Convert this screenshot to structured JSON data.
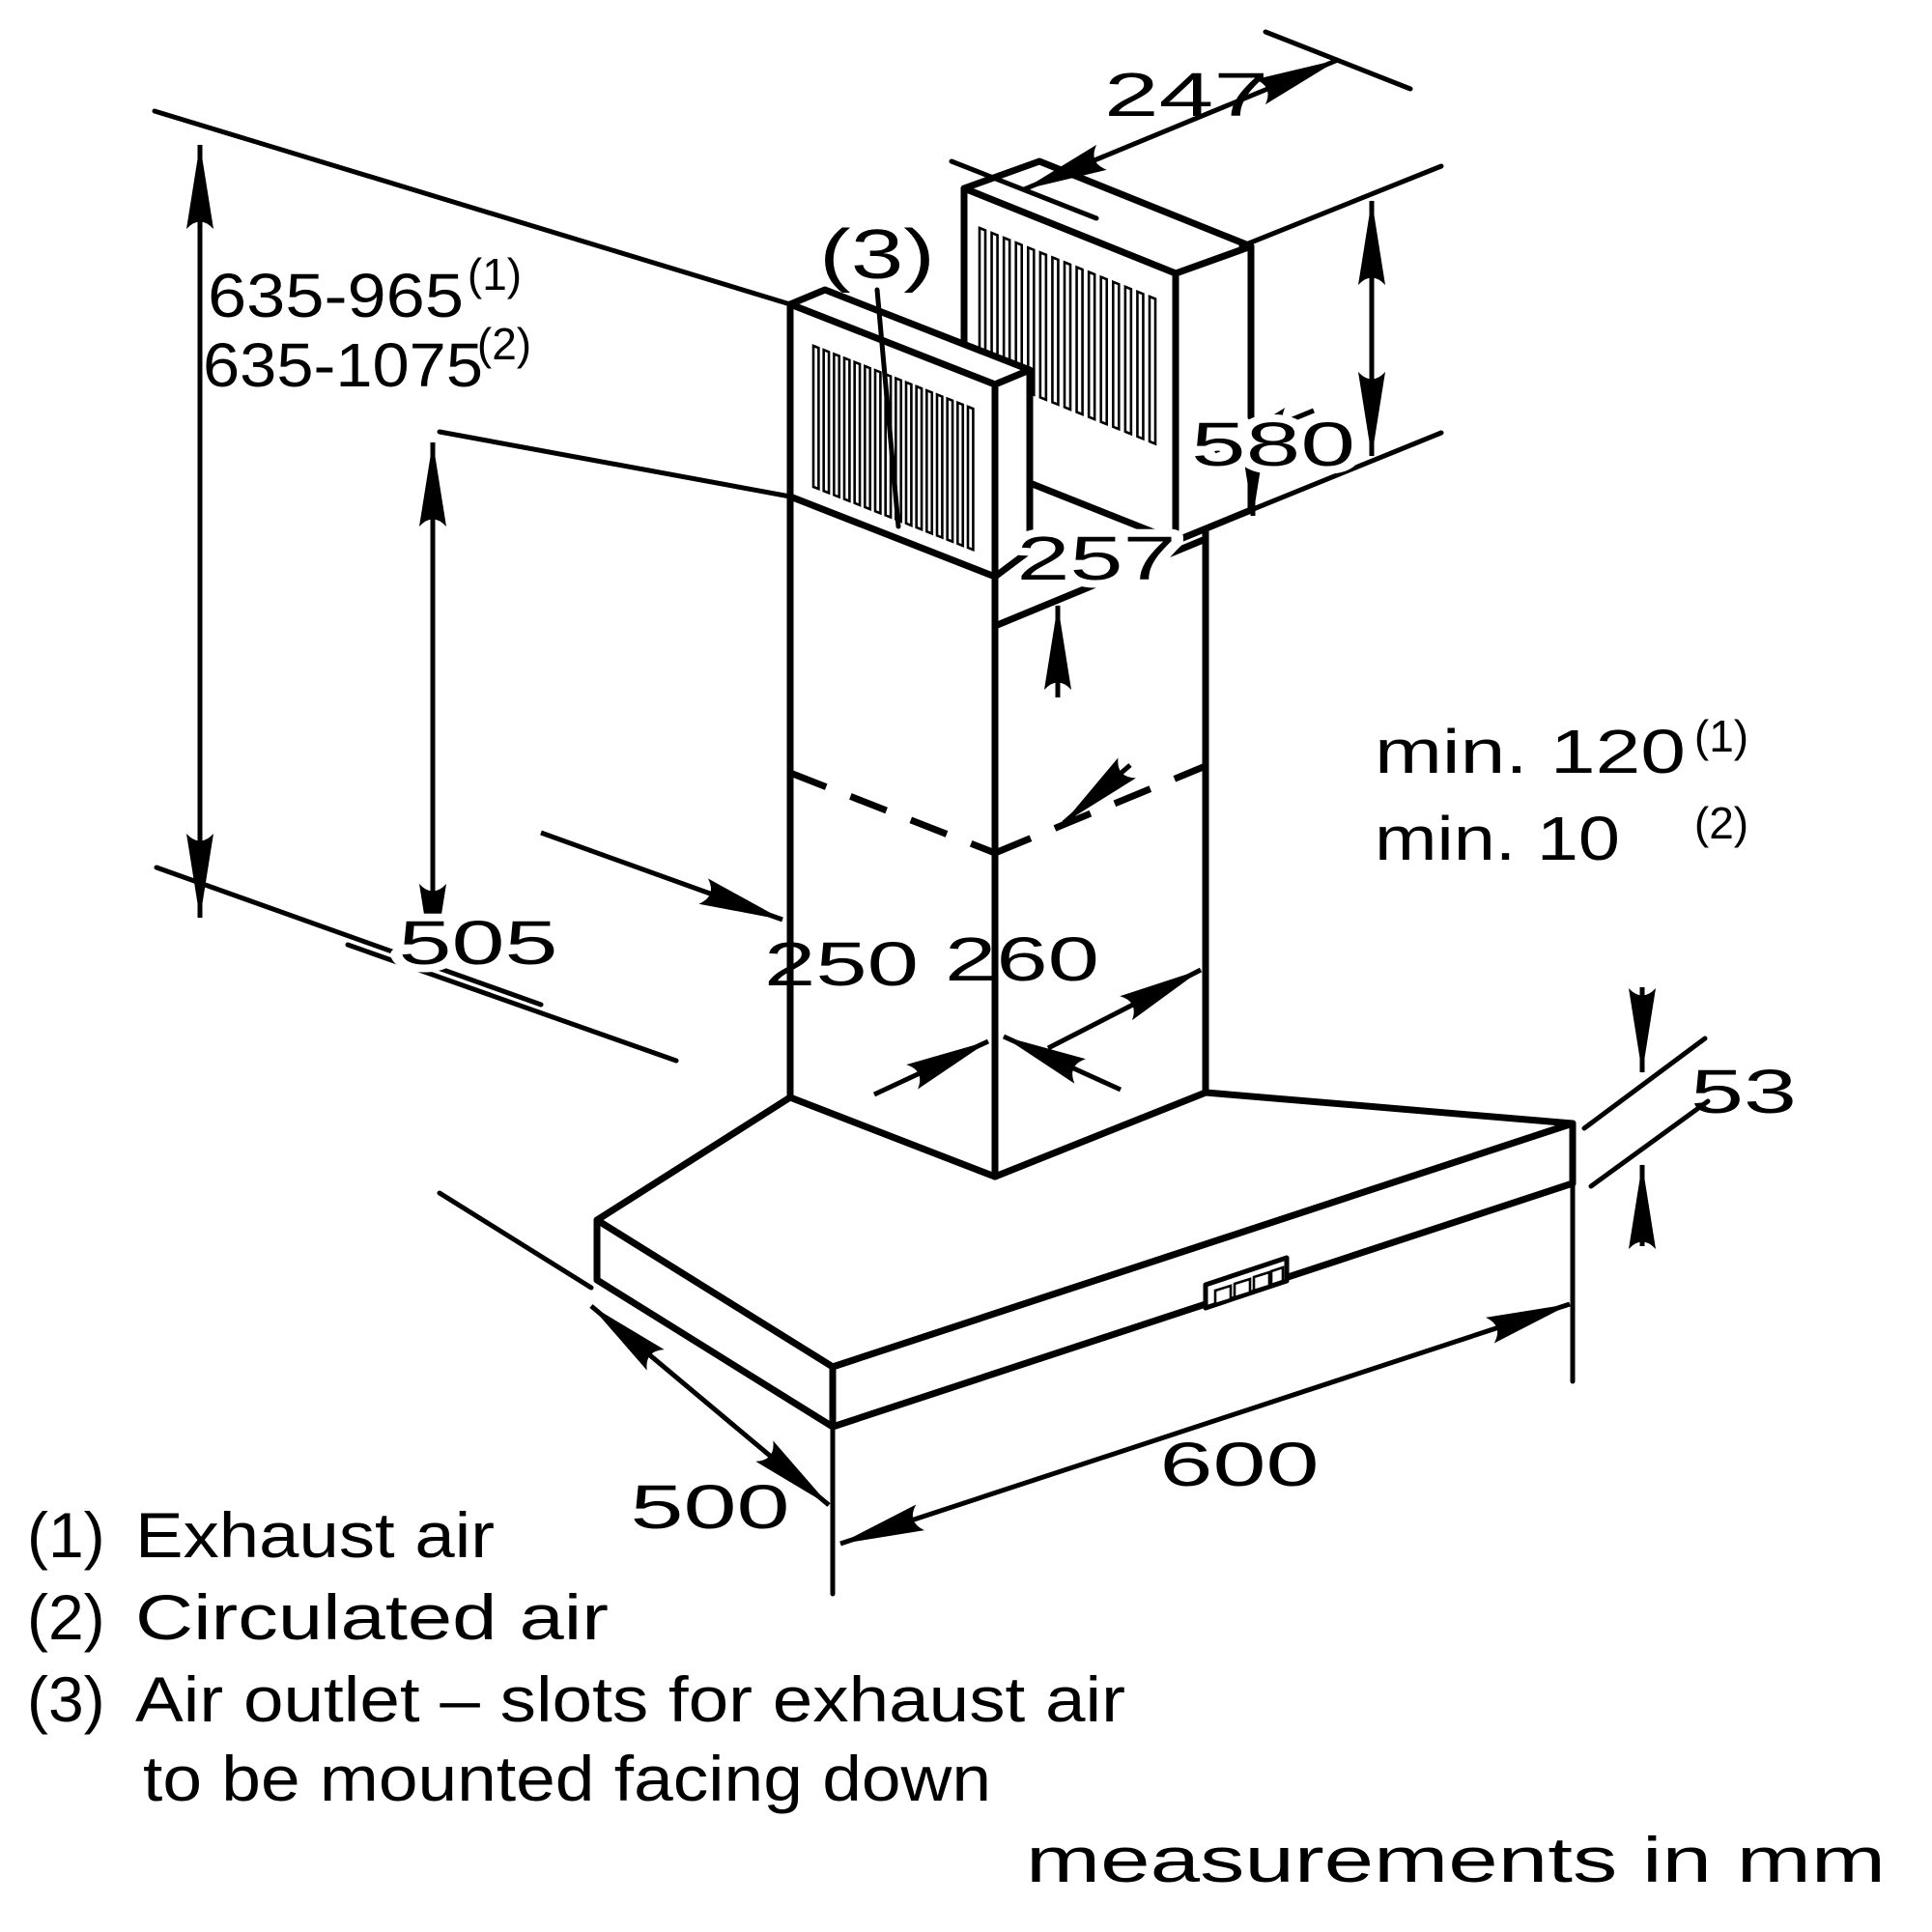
{
  "dims": {
    "w247": "247",
    "h580": "580",
    "range1": "635-965",
    "range1_sup": "(1)",
    "range2": "635-1075",
    "range2_sup": "(2)",
    "outlet_ref": "(3)",
    "h257": "257",
    "min1": "min. 120",
    "min1_sup": "(1)",
    "min2": "min. 10",
    "min2_sup": "(2)",
    "h505": "505",
    "w250": "250",
    "d260": "260",
    "t53": "53",
    "w600": "600",
    "d500": "500"
  },
  "legend": {
    "r1_marker": "(1)",
    "r1_text": "Exhaust air",
    "r2_marker": "(2)",
    "r2_text": "Circulated air",
    "r3_marker": "(3)",
    "r3_text": "Air outlet – slots for exhaust air",
    "r4_text": "to be mounted facing down",
    "footer": "measurements in mm"
  },
  "colors": {
    "ink": "#000000",
    "paper": "#ffffff"
  }
}
